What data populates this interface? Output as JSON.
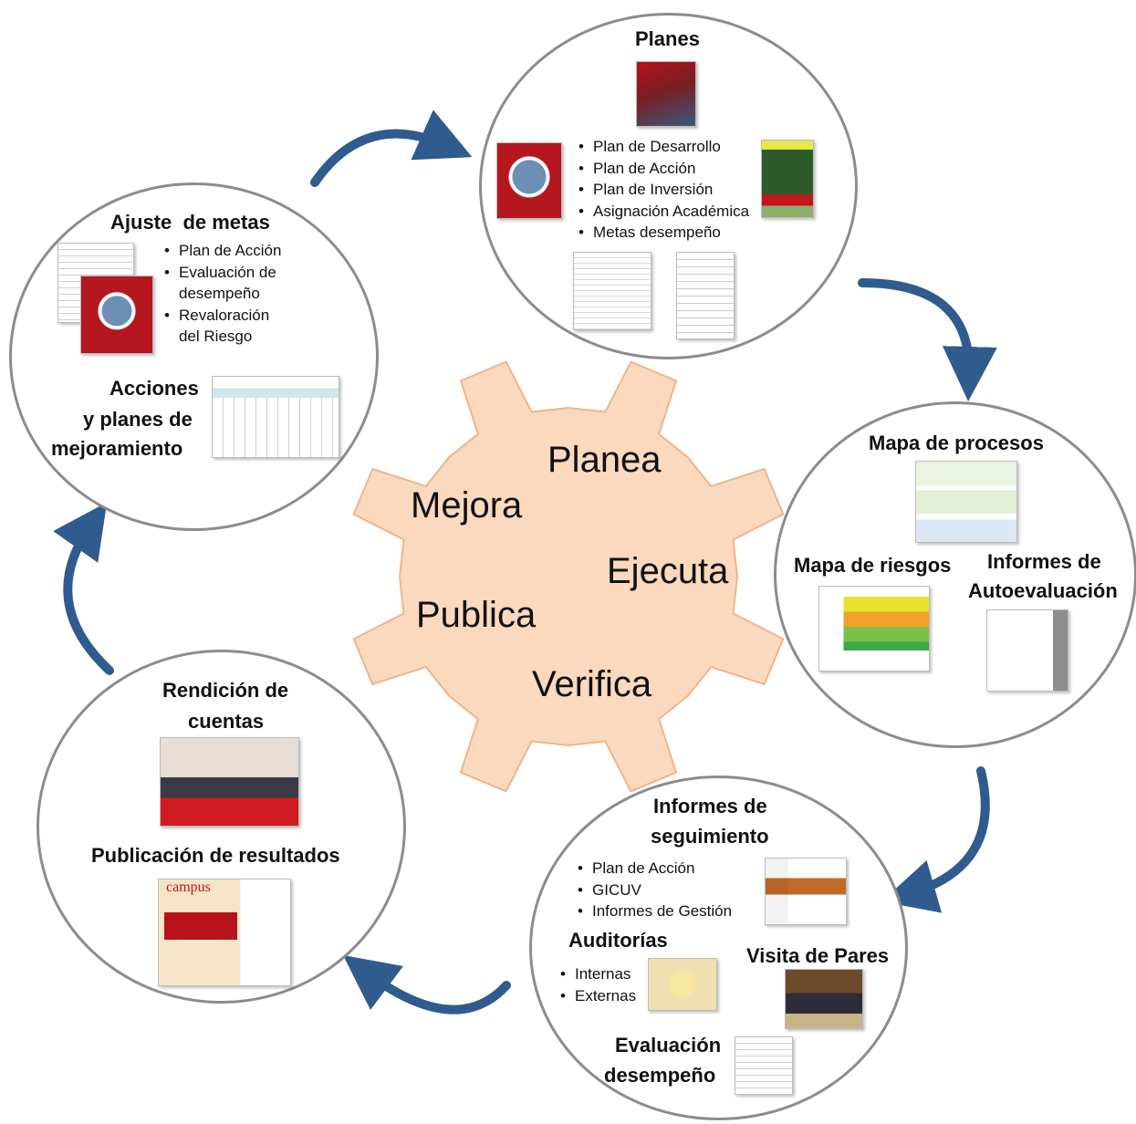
{
  "gear": {
    "fill": "#fbd9bf",
    "stroke": "#f0b48a",
    "words": [
      "Planea",
      "Ejecuta",
      "Verifica",
      "Publica",
      "Mejora"
    ]
  },
  "arrow_color": "#2f5b8e",
  "circles": {
    "planes": {
      "title": "Planes",
      "items": [
        "Plan de Desarrollo",
        "Plan de Acción",
        "Plan de Inversión",
        "Asignación Académica",
        "Metas desempeño"
      ]
    },
    "procesos": {
      "title": "Mapa de procesos",
      "riesgos": "Mapa de riesgos",
      "informes_1": "Informes de",
      "informes_2": "Autoevaluación"
    },
    "seguimiento": {
      "title_1": "Informes de",
      "title_2": "seguimiento",
      "items": [
        "Plan de Acción",
        "GICUV",
        "Informes de Gestión"
      ],
      "auditorias": "Auditorías",
      "auditorias_items": [
        "Internas",
        "Externas"
      ],
      "visita": "Visita de Pares",
      "evaluacion_1": "Evaluación",
      "evaluacion_2": "desempeño"
    },
    "rendicion": {
      "title_1": "Rendición de",
      "title_2": "cuentas",
      "publicacion": "Publicación de resultados",
      "campus": "campus"
    },
    "ajuste": {
      "title": "Ajuste  de metas",
      "items": [
        "Plan de Acción",
        "Evaluación de",
        "desempeño",
        "Revaloración",
        "del Riesgo"
      ],
      "acciones_1": "Acciones",
      "acciones_2": "y planes de",
      "acciones_3": "mejoramiento"
    }
  }
}
